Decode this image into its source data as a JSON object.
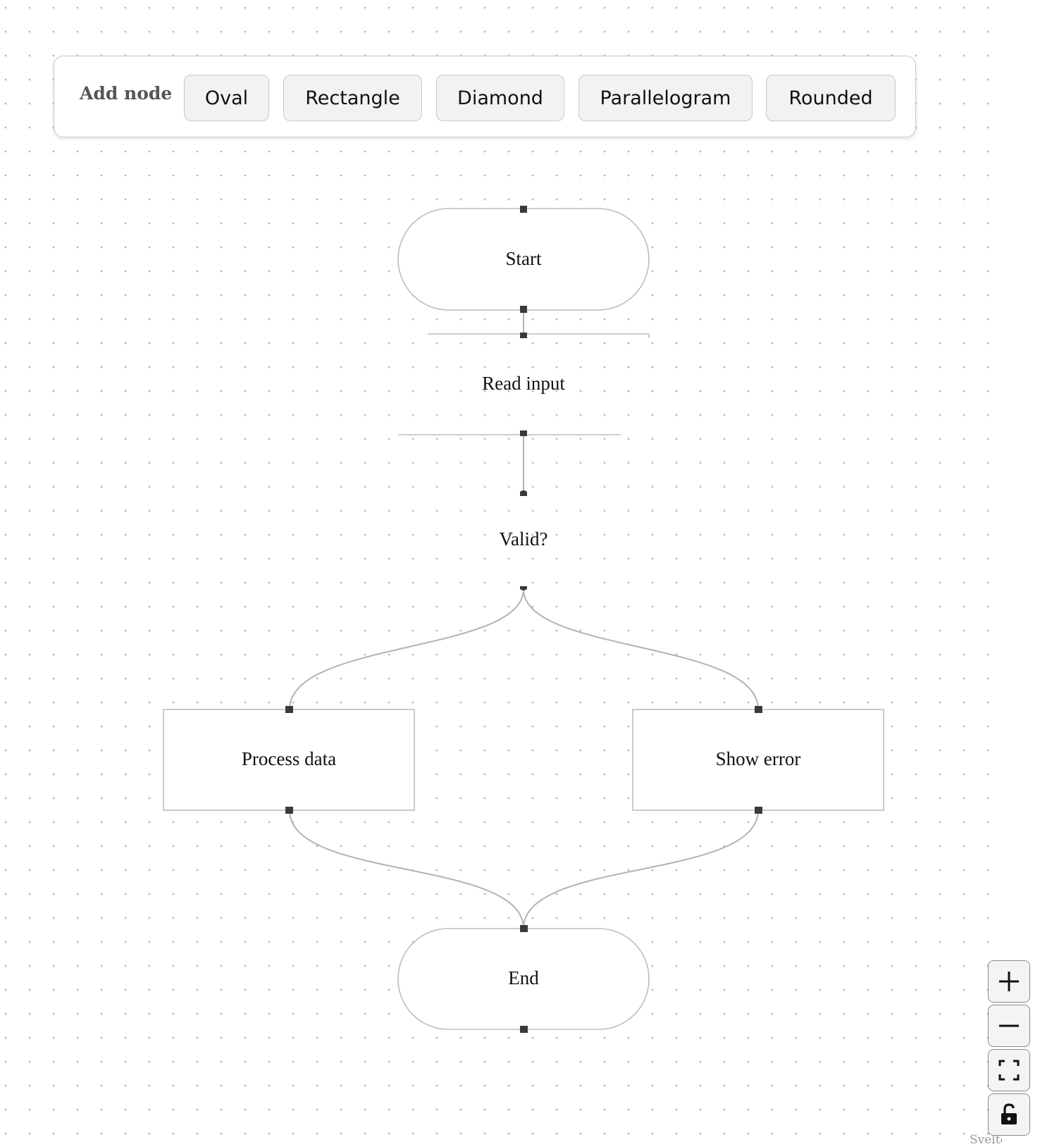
{
  "toolbar": {
    "title": "Add node",
    "buttons": [
      {
        "label": "Oval"
      },
      {
        "label": "Rectangle"
      },
      {
        "label": "Diamond"
      },
      {
        "label": "Parallelogram"
      },
      {
        "label": "Rounded"
      }
    ]
  },
  "nodes": {
    "start": {
      "label": "Start",
      "shape": "oval"
    },
    "read_input": {
      "label": "Read input",
      "shape": "parallelogram"
    },
    "valid": {
      "label": "Valid?",
      "shape": "diamond"
    },
    "process_data": {
      "label": "Process data",
      "shape": "rectangle"
    },
    "show_error": {
      "label": "Show error",
      "shape": "rectangle"
    },
    "end": {
      "label": "End",
      "shape": "oval"
    }
  },
  "edges": [
    {
      "from": "Start",
      "to": "Read input"
    },
    {
      "from": "Read input",
      "to": "Valid?"
    },
    {
      "from": "Valid?",
      "to": "Process data"
    },
    {
      "from": "Valid?",
      "to": "Show error"
    },
    {
      "from": "Process data",
      "to": "End"
    },
    {
      "from": "Show error",
      "to": "End"
    }
  ],
  "controls": {
    "zoom_in": {
      "icon": "plus-icon"
    },
    "zoom_out": {
      "icon": "minus-icon"
    },
    "fit_view": {
      "icon": "fit-view-icon"
    },
    "lock": {
      "icon": "unlock-icon"
    }
  },
  "attribution": "Svelte Fl"
}
